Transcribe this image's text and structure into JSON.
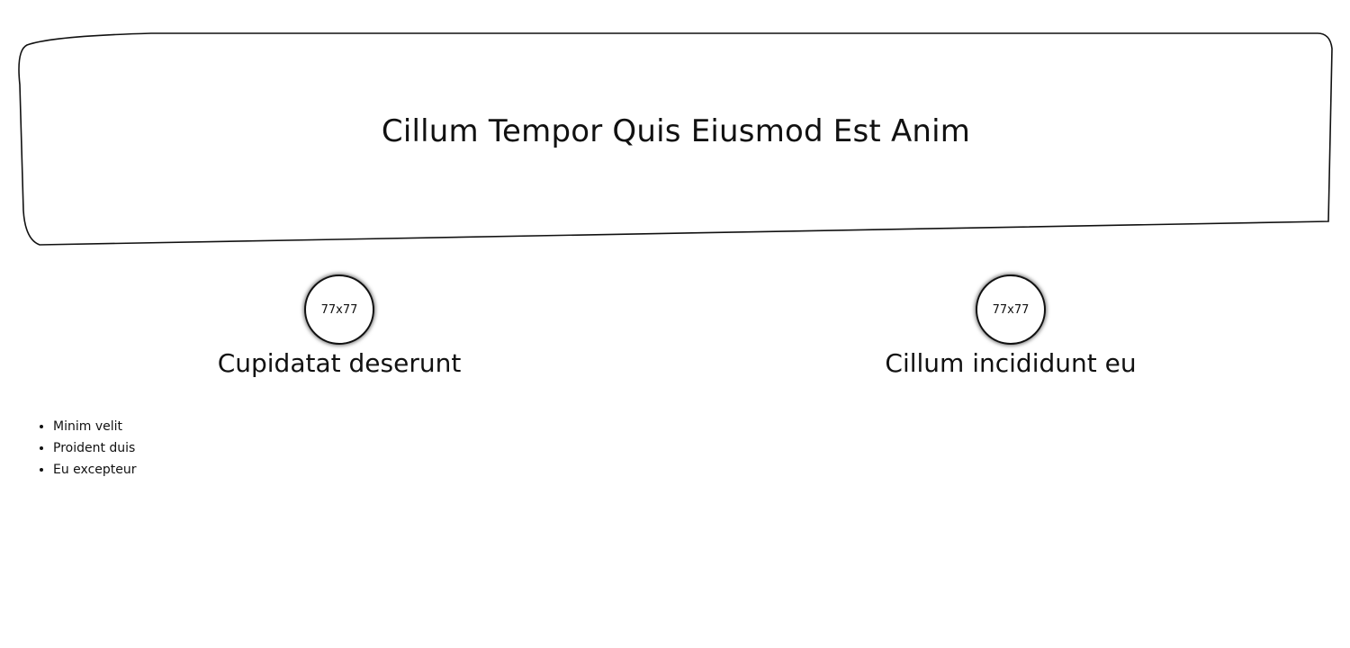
{
  "hero": {
    "title": "Cillum Tempor Quis Eiusmod Est Anim"
  },
  "features": [
    {
      "image_label": "77x77",
      "title": "Cupidatat deserunt"
    },
    {
      "image_label": "77x77",
      "title": "Cillum incididunt eu"
    }
  ],
  "list": {
    "items": [
      "Minim velit",
      "Proident duis",
      "Eu excepteur"
    ]
  }
}
